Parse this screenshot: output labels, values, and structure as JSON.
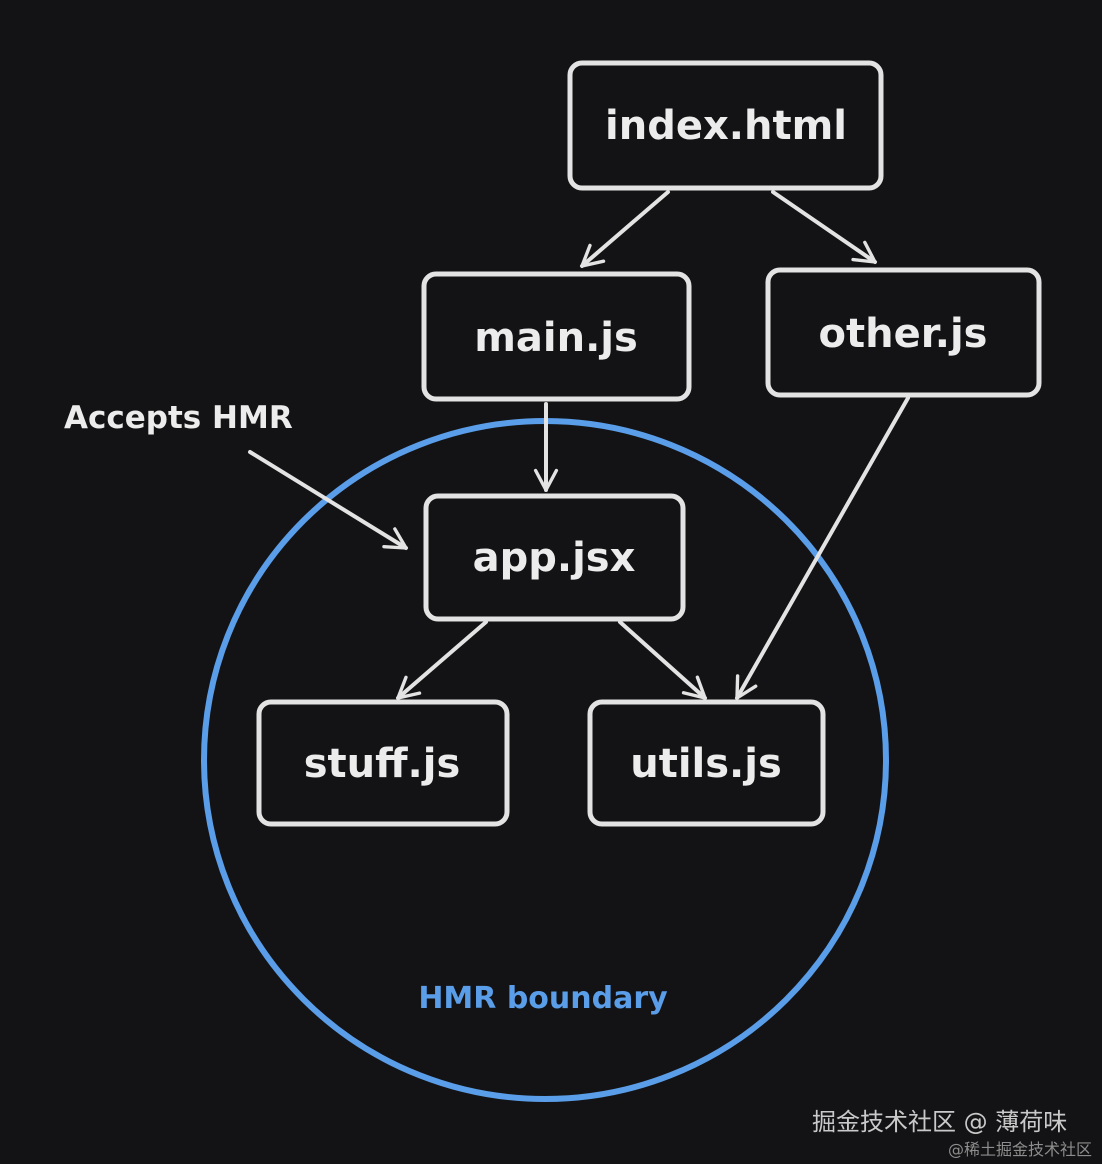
{
  "diagram": {
    "nodes": {
      "index_html": "index.html",
      "main_js": "main.js",
      "other_js": "other.js",
      "app_jsx": "app.jsx",
      "stuff_js": "stuff.js",
      "utils_js": "utils.js"
    },
    "annotations": {
      "accepts_hmr": "Accepts HMR",
      "hmr_boundary": "HMR boundary"
    },
    "edges": [
      {
        "from": "index.html",
        "to": "main.js"
      },
      {
        "from": "index.html",
        "to": "other.js"
      },
      {
        "from": "main.js",
        "to": "app.jsx"
      },
      {
        "from": "app.jsx",
        "to": "stuff.js"
      },
      {
        "from": "app.jsx",
        "to": "utils.js"
      },
      {
        "from": "other.js",
        "to": "utils.js"
      }
    ],
    "colors": {
      "background": "#131315",
      "node_stroke": "#e3e3e3",
      "boundary": "#5a9de8"
    }
  },
  "watermark": {
    "main": "掘金技术社区 @ 薄荷味",
    "sub": "@稀土掘金技术社区"
  }
}
